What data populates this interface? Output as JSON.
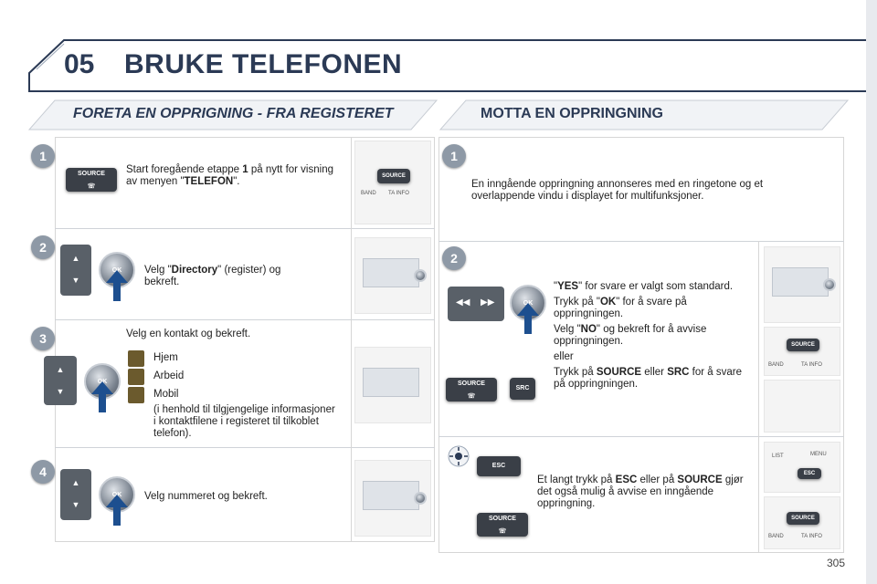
{
  "chapter": {
    "number": "05",
    "title": "BRUKE TELEFONEN"
  },
  "left_section": {
    "title": "FORETA EN OPPRIGNING - FRA REGISTERET",
    "steps": [
      {
        "num": "1",
        "text_a": "Start foregående etappe ",
        "bold_a": "1",
        "text_b": " på nytt for visning av menyen \"",
        "bold_b": "TELEFON",
        "text_c": "\"."
      },
      {
        "num": "2",
        "text_a": "Velg \"",
        "bold_a": "Directory",
        "text_b": "\" (register) og bekreft."
      },
      {
        "num": "3",
        "text": "Velg en kontakt og bekreft.",
        "options": [
          "Hjem",
          "Arbeid",
          "Mobil"
        ],
        "note": "(i henhold til tilgjengelige informasjoner i kontaktfilene i registeret til tilkoblet telefon)."
      },
      {
        "num": "4",
        "text": "Velg nummeret og bekreft."
      }
    ]
  },
  "right_section": {
    "title": "MOTTA EN OPPRINGNING",
    "step1": {
      "num": "1",
      "text": "En inngående oppringning annonseres med en ringetone og et overlappende vindu i displayet for multifunksjoner."
    },
    "step2": {
      "num": "2",
      "p1_a": "\"",
      "p1_bold": "YES",
      "p1_b": "\" for svare er valgt som standard.",
      "p2_a": "Trykk på \"",
      "p2_bold": "OK",
      "p2_b": "\" for å svare på oppringningen.",
      "p3_a": "Velg \"",
      "p3_bold": "NO",
      "p3_b": "\" og bekreft for å avvise oppringningen.",
      "p4": "eller",
      "p5_a": "Trykk på ",
      "p5_bold1": "SOURCE",
      "p5_b": " eller ",
      "p5_bold2": "SRC",
      "p5_c": " for å svare på oppringningen."
    },
    "step3": {
      "text_a": "Et langt trykk på ",
      "bold1": "ESC",
      "text_b": " eller på ",
      "bold2": "SOURCE",
      "text_c": " gjør det også mulig å avvise en inngående oppringning."
    }
  },
  "buttons": {
    "source": "SOURCE",
    "ok": "OK",
    "src": "SRC",
    "esc": "ESC",
    "band": "BAND",
    "ta_info": "TA INFO",
    "list": "LIST",
    "menu": "MENU"
  },
  "page_number": "305",
  "colors": {
    "title": "#2b3a55",
    "step_badge": "#8e99a6",
    "arrow": "#1d4f8f"
  }
}
